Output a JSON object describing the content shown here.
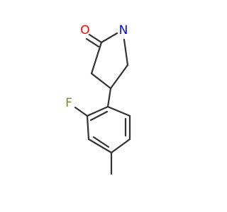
{
  "molecule": {
    "atoms": [
      {
        "symbol": "O",
        "color": "#ff0000"
      },
      {
        "symbol": "N",
        "color": "#0000ff"
      },
      {
        "symbol": "F",
        "color": "#6e8c2a"
      }
    ],
    "bond_color": "#333333"
  }
}
